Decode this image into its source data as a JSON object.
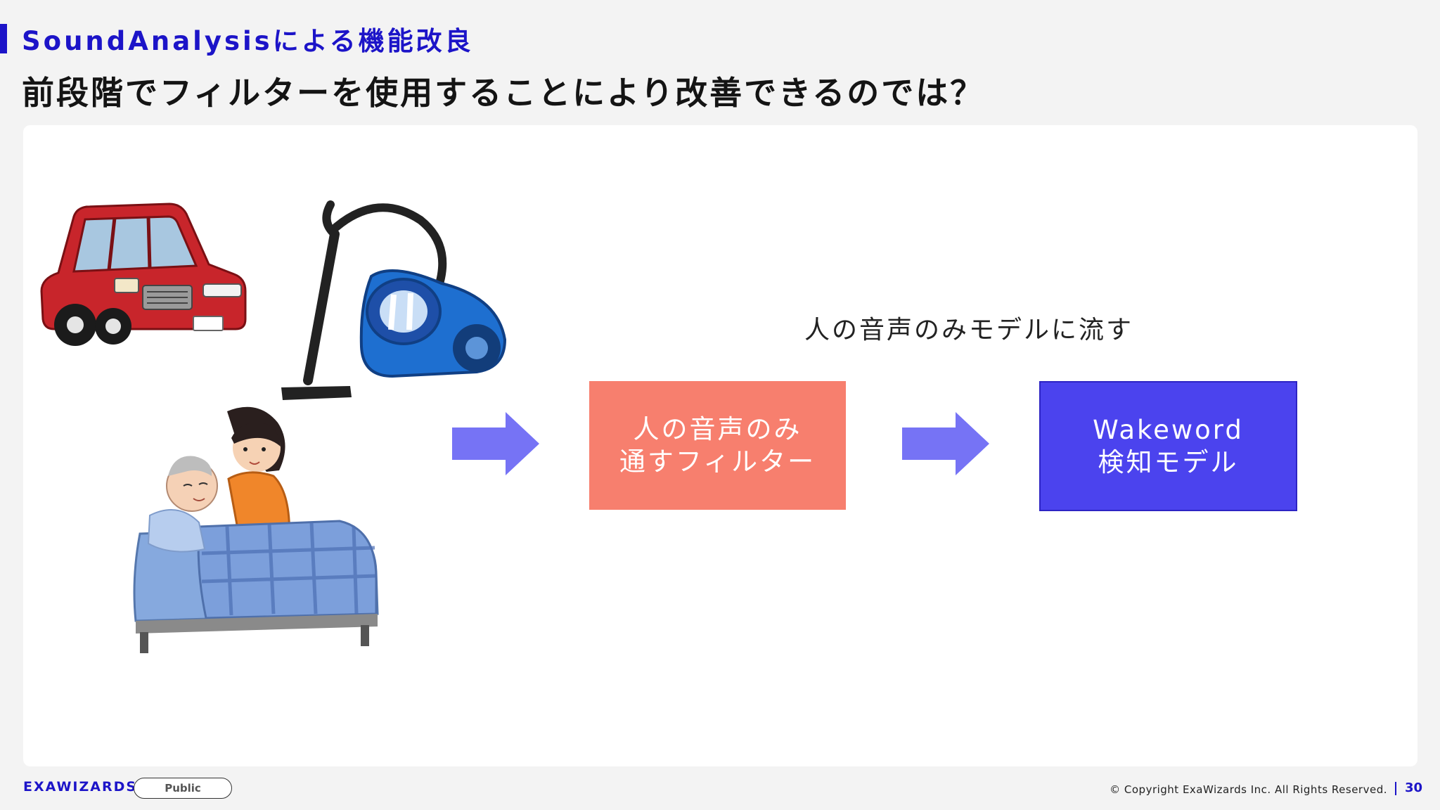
{
  "header": {
    "section_title": "SoundAnalysisによる機能改良",
    "slide_title": "前段階でフィルターを使用することにより改善できるのでは？"
  },
  "diagram": {
    "caption": "人の音声のみモデルに流す",
    "filter_box": {
      "line1": "人の音声のみ",
      "line2": "通すフィルター",
      "color": "#f77f6e"
    },
    "model_box": {
      "line1": "Wakeword",
      "line2": "検知モデル",
      "color": "#4b43ee"
    },
    "arrow_color": "#7673f5",
    "illustrations": [
      "car-illustration",
      "vacuum-cleaner-illustration",
      "caregiver-and-elderly-in-bed-illustration"
    ]
  },
  "footer": {
    "logo": "EXAWIZARDS",
    "badge": "Public",
    "copyright": "© Copyright ExaWizards Inc. All Rights Reserved.",
    "page_number": "30"
  },
  "colors": {
    "accent": "#1c14c8",
    "panel": "#ffffff",
    "background": "#f3f3f3"
  }
}
